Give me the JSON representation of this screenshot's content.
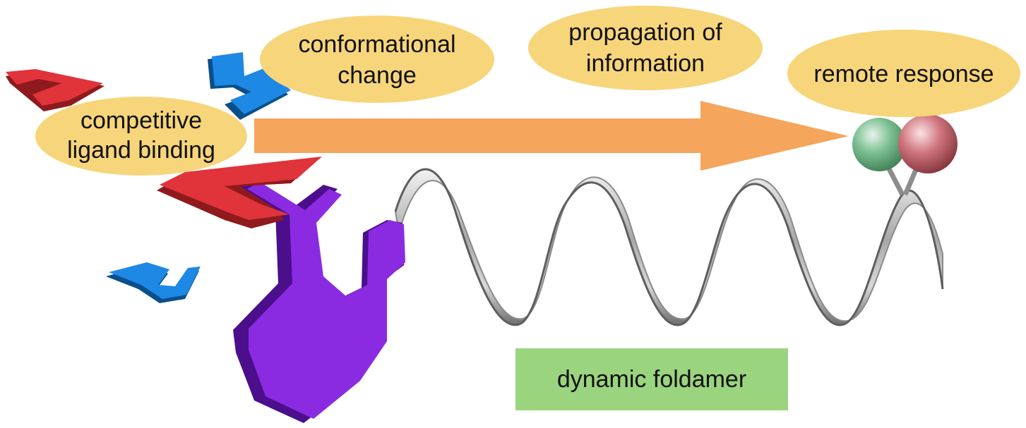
{
  "labels": {
    "competitive": [
      "competitive",
      "ligand binding"
    ],
    "conformational": [
      "conformational",
      "change"
    ],
    "propagation": [
      "propagation of",
      "information"
    ],
    "remote": [
      "remote response"
    ],
    "foldamer": "dynamic foldamer"
  },
  "colors": {
    "bubble": "#f7d57a",
    "arrow": "#f5a55c",
    "foldamer_box": "#9bd47f",
    "receptor": "#8a2be2",
    "receptor_shadow": "#4b0f8c",
    "red_ligand": "#e0343a",
    "red_ligand_shadow": "#8f1a1e",
    "blue_ligand": "#1e88e5",
    "blue_ligand_shadow": "#0b4f8a",
    "helix": "#9a9a9a",
    "green_ball": "#6fb487",
    "red_ball": "#c8666f"
  }
}
